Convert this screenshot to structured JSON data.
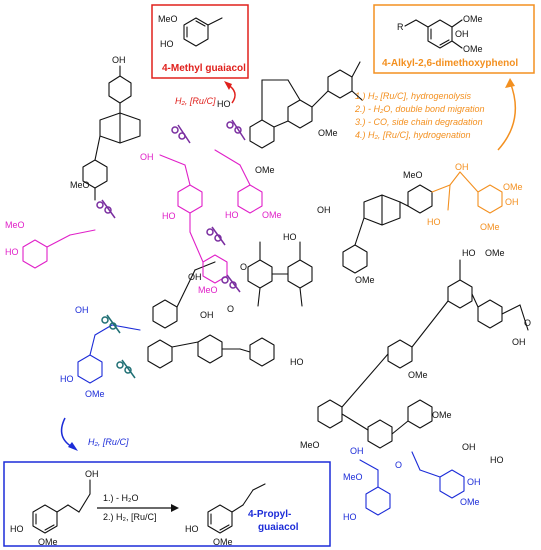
{
  "colors": {
    "black": "#111111",
    "red": "#e0201c",
    "orange": "#f39020",
    "magenta": "#e020c8",
    "purple": "#7a2ea0",
    "blue": "#1c2cd8",
    "teal": "#1f6f74"
  },
  "products": {
    "methyl_guaiacol": {
      "title": "4-Methyl guaiacol",
      "meo": "MeO",
      "ho": "HO"
    },
    "alkyl_dimethoxyphenol": {
      "title": "4-Alkyl-2,6-dimethoxyphenol",
      "r": "R",
      "ome_top": "OMe",
      "oh": "OH",
      "ome_bottom": "OMe"
    },
    "propyl_guaiacol": {
      "title_line1": "4-Propyl-",
      "title_line2": "guaiacol",
      "oh_top": "OH",
      "ho_left1": "HO",
      "ome_left1": "OMe",
      "ho_left2": "HO",
      "ome_left2": "OMe",
      "step1": "1.) - H₂O",
      "step2": "2.) H₂, [Ru/C]"
    }
  },
  "arrows": {
    "red_label": "H₂, [Ru/C]",
    "blue_label": "H₂, [Ru/C]"
  },
  "orange_steps": [
    "1.) H₂ [Ru/C], hydrogenolysis",
    "2.) - H₂O, double bond migration",
    "3.) - CO, side chain degradation",
    "4.) H₂, [Ru/C], hydrogenation"
  ],
  "lignin_labels": {
    "oh": "OH",
    "ho": "HO",
    "ome": "OMe",
    "meo": "MeO",
    "o": "O"
  }
}
